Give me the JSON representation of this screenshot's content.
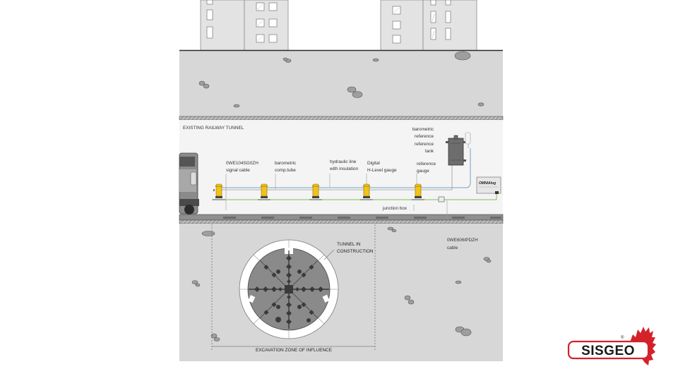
{
  "labels": {
    "existing_tunnel": "EXISTING RAILWAY TUNNEL",
    "barometric_ref_tank": [
      "barometric",
      "reference",
      "reference",
      "tank"
    ],
    "signal_cable": [
      "0WE104SG0ZH",
      "signal cable"
    ],
    "barometric_tube": [
      "barometric",
      "comp.tube"
    ],
    "hydraulic_line": [
      "hydraulic line",
      "with insulation"
    ],
    "digital_gauge": [
      "Digital",
      "H-Level gauge"
    ],
    "reference_gauge": [
      "reference",
      "gauge"
    ],
    "junction_box": "junction box",
    "pdzh_cable": [
      "0WE606IPDZH",
      "cable"
    ],
    "tunnel_construction": [
      "TUNNEL IN",
      "CONSTRUCTION"
    ],
    "excavation_zone": "EXCAVATION ZONE OF INFLUENCE",
    "datalogger": "OMNIAlog"
  },
  "brand": {
    "name": "SISGEO",
    "registered": "®",
    "color": "#d3222a"
  },
  "colors": {
    "soil": "#d7d7d7",
    "tunnel_interior": "#f4f4f4",
    "gauge": "#f2c318",
    "green_cable": "#7bbf5a",
    "blue_line": "#6fa3c8",
    "building": "#e3e3e3"
  }
}
